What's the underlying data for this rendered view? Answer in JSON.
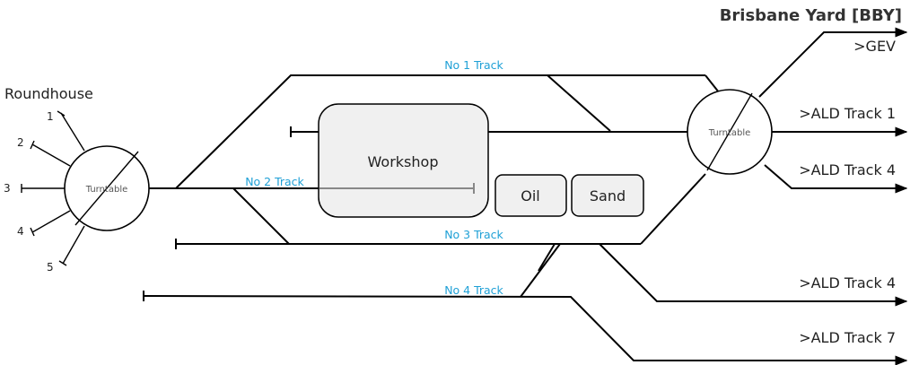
{
  "title": "Brisbane Yard [BBY]",
  "roundhouse": {
    "label": "Roundhouse",
    "roads": [
      "1",
      "2",
      "3",
      "4",
      "5"
    ]
  },
  "turntables": {
    "left_label": "Turntable",
    "right_label": "Turntable"
  },
  "tracks": {
    "no1": "No 1 Track",
    "no2": "No 2 Track",
    "no3": "No 3 Track",
    "no4": "No 4 Track"
  },
  "buildings": {
    "workshop": "Workshop",
    "oil": "Oil",
    "sand": "Sand"
  },
  "destinations": {
    "gev": ">GEV",
    "ald1": ">ALD Track 1",
    "ald4_upper": ">ALD Track 4",
    "ald4_lower": ">ALD Track 4",
    "ald7": ">ALD Track 7"
  }
}
